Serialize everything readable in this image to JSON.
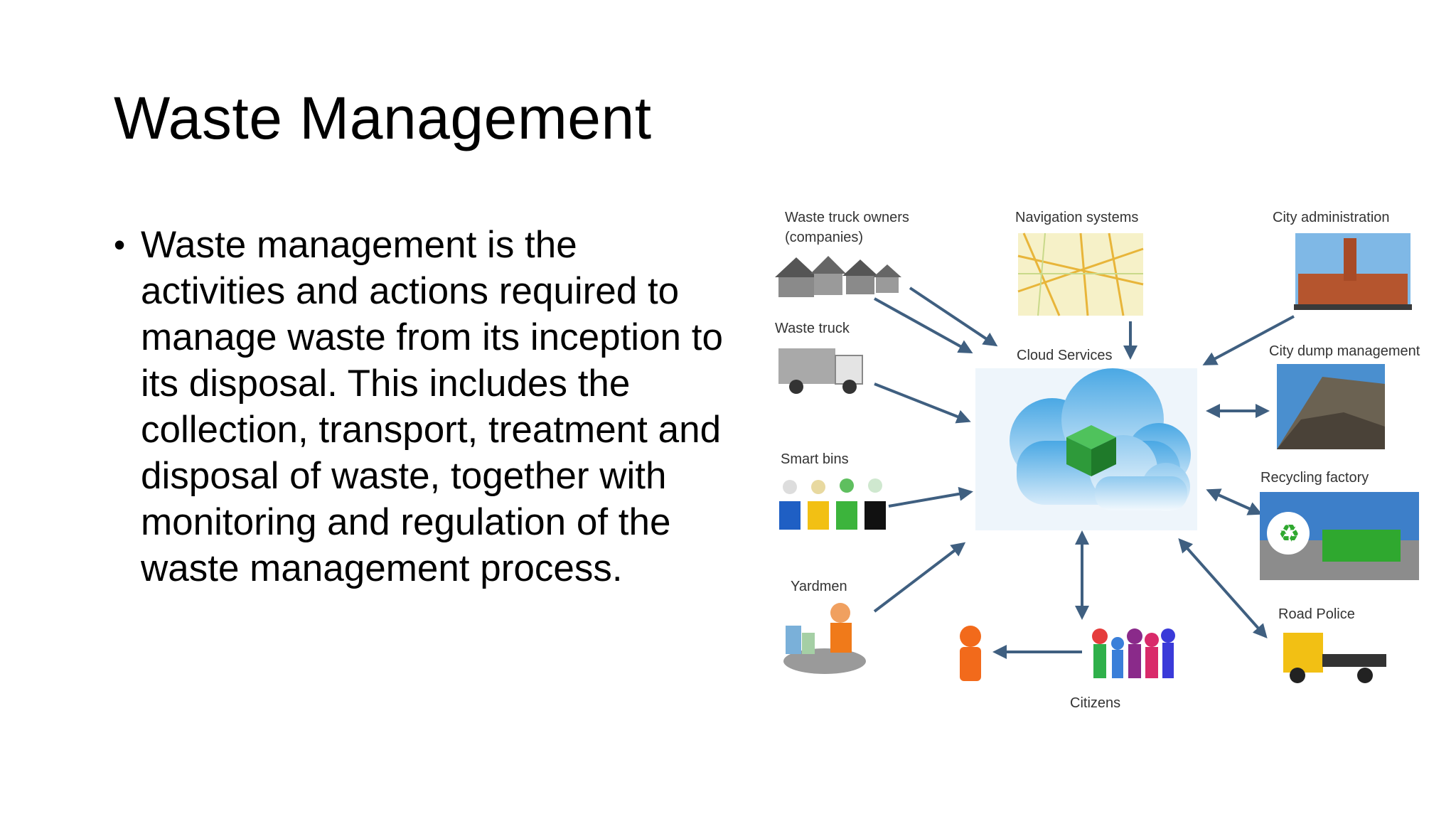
{
  "slide": {
    "title": "Waste Management",
    "bullet": "Waste management is the activities and actions required to manage waste from its inception to its disposal. This includes the collection, transport, treatment and disposal of waste, together with monitoring and regulation of the waste management process."
  },
  "diagram": {
    "center": "Cloud Services",
    "nodes": {
      "truck_owners_1": "Waste truck owners",
      "truck_owners_2": "(companies)",
      "navigation": "Navigation systems",
      "city_admin": "City administration",
      "waste_truck": "Waste truck",
      "city_dump": "City dump management",
      "smart_bins": "Smart bins",
      "recycling": "Recycling factory",
      "yardmen": "Yardmen",
      "road_police": "Road Police",
      "citizens": "Citizens"
    },
    "colors": {
      "arrow": "#3f5f80",
      "cloud_light": "#cfe6f8",
      "cloud_dark": "#3a9ad9",
      "cube": "#2e9a3a"
    }
  }
}
